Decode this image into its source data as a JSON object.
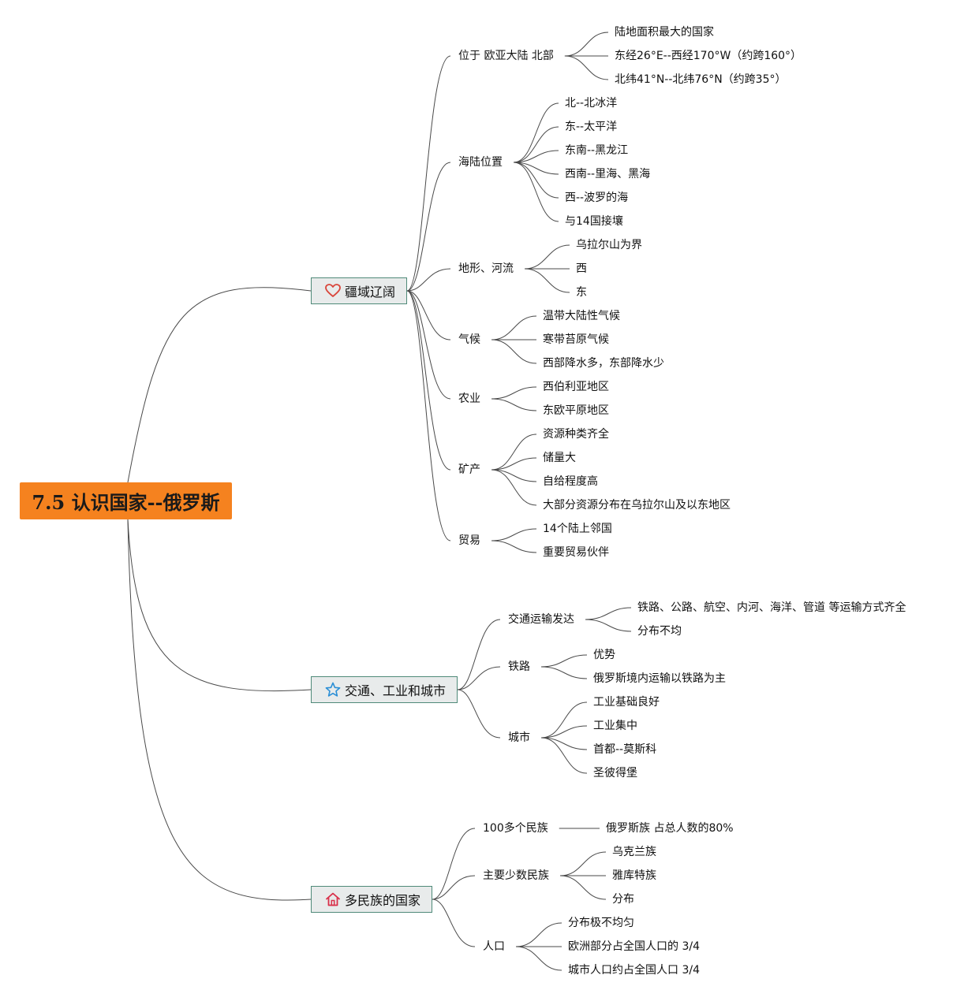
{
  "root": {
    "title": "7.5 认识国家--俄罗斯"
  },
  "branches": [
    {
      "title": "疆域辽阔",
      "icon": "heart-icon",
      "color": "#d9463b",
      "items": [
        {
          "label": "位于 欧亚大陆 北部",
          "children": [
            "陆地面积最大的国家",
            "东经26°E--西经170°W（约跨160°）",
            "北纬41°N--北纬76°N（约跨35°）"
          ]
        },
        {
          "label": "海陆位置",
          "children": [
            "北--北冰洋",
            "东--太平洋",
            "东南--黑龙江",
            "西南--里海、黑海",
            "西--波罗的海",
            "与14国接壤"
          ]
        },
        {
          "label": "地形、河流",
          "children": [
            "乌拉尔山为界",
            "西",
            "东"
          ]
        },
        {
          "label": "气候",
          "children": [
            "温带大陆性气候",
            "寒带苔原气候",
            "西部降水多，东部降水少"
          ]
        },
        {
          "label": "农业",
          "children": [
            "西伯利亚地区",
            "东欧平原地区"
          ]
        },
        {
          "label": "矿产",
          "children": [
            "资源种类齐全",
            "储量大",
            "自给程度高",
            "大部分资源分布在乌拉尔山及以东地区"
          ]
        },
        {
          "label": "贸易",
          "children": [
            "14个陆上邻国",
            "重要贸易伙伴"
          ]
        }
      ]
    },
    {
      "title": "交通、工业和城市",
      "icon": "star-icon",
      "color": "#2b8fd6",
      "items": [
        {
          "label": "交通运输发达",
          "children": [
            "铁路、公路、航空、内河、海洋、管道 等运输方式齐全",
            "分布不均"
          ]
        },
        {
          "label": "铁路",
          "children": [
            "优势",
            "俄罗斯境内运输以铁路为主"
          ]
        },
        {
          "label": "城市",
          "children": [
            "工业基础良好",
            "工业集中",
            "首都--莫斯科",
            "圣彼得堡"
          ]
        }
      ]
    },
    {
      "title": "多民族的国家",
      "icon": "home-icon",
      "color": "#d9304a",
      "items": [
        {
          "label": "100多个民族",
          "children": [
            "俄罗斯族 占总人数的80%"
          ]
        },
        {
          "label": "主要少数民族",
          "children": [
            "乌克兰族",
            "雅库特族",
            "分布"
          ]
        },
        {
          "label": "人口",
          "children": [
            "分布极不均匀",
            "欧洲部分占全国人口的 3/4",
            "城市人口约占全国人口 3/4"
          ]
        }
      ]
    }
  ]
}
